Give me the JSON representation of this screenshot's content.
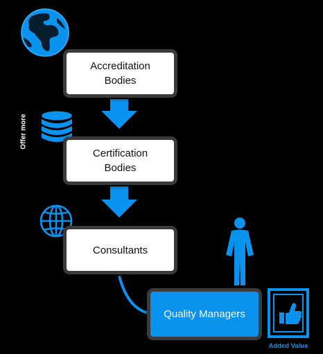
{
  "boxes": {
    "accreditation": [
      "Accreditation",
      "Bodies"
    ],
    "certification": [
      "Certification",
      "Bodies"
    ],
    "consultants": "Consultants",
    "quality_managers": "Quality Managers"
  },
  "side_label": "Offer more",
  "badge_label": "Added Value",
  "icons": [
    "globe-map-icon",
    "database-stack-icon",
    "globe-wire-icon",
    "standing-person-icon",
    "thumbs-up-icon"
  ],
  "colors": {
    "accent": "#0a93ee",
    "box_border": "#3b3b3b",
    "background": "#000000"
  }
}
